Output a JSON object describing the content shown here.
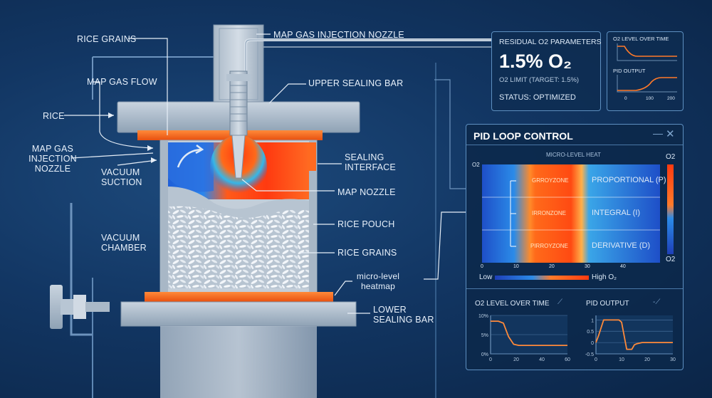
{
  "left_labels": {
    "rice_grains_top": "RICE GRAINS",
    "map_gas_flow": "MAP GAS FLOW",
    "rice": "RICE",
    "map_gas_injection_nozzle_left": "MAP GAS\nINJECTION\nNOZZLE",
    "vacuum_suction": "VACUUM\nSUCTION",
    "vacuum_chamber": "VACUUM\nCHAMBER"
  },
  "right_labels": {
    "map_gas_injection_nozzle": "MAP GAS INJECTION NOZZLE",
    "upper_sealing_bar": "UPPER SEALING BAR",
    "sealing_interface": "SEALING\nINTERFACE",
    "map_nozzle": "MAP NOZZLE",
    "rice_pouch": "RICE POUCH",
    "rice_grains": "RICE GRAINS",
    "micro_level_heatmap": "micro-level\nheatmap",
    "lower_sealing_bar": "LOWER\nSEALING BAR"
  },
  "residual_panel": {
    "title": "RESIDUAL O2 PARAMETERS",
    "value": "1.5% O₂",
    "limit": "O2 LIMIT (TARGET: 1.5%)",
    "status": "STATUS: OPTIMIZED"
  },
  "mini_panel": {
    "chart1_title": "O2 LEVEL OVER TIME",
    "chart2_title": "PID OUTPUT",
    "ticks": [
      "0",
      "100",
      "200"
    ]
  },
  "pid_panel": {
    "title": "PID LOOP CONTROL",
    "minimize_icon": "minus-icon",
    "close_icon": "close-icon",
    "heatmap_title": "MICRO-LEVEL HEAT",
    "o2_label": "O2",
    "y_label": "O2",
    "zones": [
      "GRROYZONE",
      "IRRONZONE",
      "PIRROYZONE"
    ],
    "terms": [
      "PROPORTIONAL (P)",
      "INTEGRAL (I)",
      "DERIVATIVE (D)"
    ],
    "x_ticks": [
      "0",
      "10",
      "20",
      "30",
      "40"
    ],
    "scale_low": "Low",
    "scale_high": "High O₂",
    "colors": {
      "accent": "#ff5a1a",
      "cool": "#2a7fe0",
      "panel": "#0f2f55"
    }
  },
  "chart_data": [
    {
      "type": "line",
      "title": "O2 LEVEL OVER TIME",
      "x": [
        0,
        6,
        10,
        14,
        18,
        22,
        30,
        40,
        50,
        60
      ],
      "y": [
        8.5,
        8.5,
        8.0,
        4.5,
        2.5,
        2.2,
        2.2,
        2.2,
        2.2,
        2.2
      ],
      "y_tick_labels": [
        "0%",
        "5%",
        "10%"
      ],
      "x_tick_labels": [
        "0",
        "20",
        "40",
        "60"
      ],
      "xlim": [
        0,
        60
      ],
      "ylim": [
        0,
        10
      ]
    },
    {
      "type": "line",
      "title": "PID OUTPUT",
      "x": [
        0,
        1,
        3,
        7,
        9,
        10,
        12,
        14,
        15,
        16,
        18,
        20,
        30
      ],
      "y": [
        0,
        0.3,
        1.0,
        1.0,
        1.0,
        0.9,
        -0.3,
        -0.3,
        -0.1,
        -0.05,
        0,
        0,
        0
      ],
      "y_tick_labels": [
        "-0.5",
        "0",
        "0.5",
        "1"
      ],
      "x_tick_labels": [
        "0",
        "10",
        "20",
        "30"
      ],
      "xlim": [
        0,
        30
      ],
      "ylim": [
        -0.5,
        1.2
      ]
    }
  ]
}
